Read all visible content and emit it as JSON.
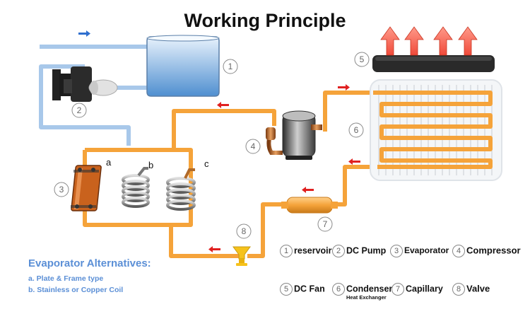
{
  "title": "Working Principle",
  "evaporator_alternatives": {
    "heading": "Evaporator Alternatives:",
    "items": [
      "a. Plate & Frame type",
      "b. Stainless or Copper Coil"
    ]
  },
  "component_letters": [
    "a",
    "b",
    "c"
  ],
  "callouts": [
    "1",
    "2",
    "3",
    "4",
    "5",
    "6",
    "7",
    "8"
  ],
  "legend": [
    {
      "num": "1",
      "label": "reservoir"
    },
    {
      "num": "2",
      "label": "DC Pump"
    },
    {
      "num": "3",
      "label": "Evaporator"
    },
    {
      "num": "4",
      "label": "Compressor"
    },
    {
      "num": "5",
      "label": "DC Fan"
    },
    {
      "num": "6",
      "label": "Condenser",
      "sublabel": "Heat Exchanger"
    },
    {
      "num": "7",
      "label": "Capillary"
    },
    {
      "num": "8",
      "label": "Valve"
    }
  ],
  "colors": {
    "refrigerant_line": "#f5a33a",
    "water_line": "#a8c8ea",
    "flow_arrow_red": "#e02020",
    "flow_arrow_blue": "#2f6fcf",
    "heat_arrow": "#f04a3a",
    "alternatives_text": "#5b8fd6"
  }
}
